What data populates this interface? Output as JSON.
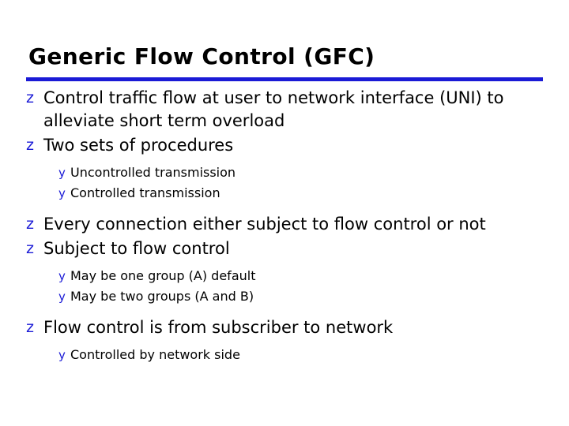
{
  "slide": {
    "title": "Generic Flow Control (GFC)",
    "accent_color": "#1a1ad6",
    "text_color": "#000000",
    "background_color": "#ffffff",
    "bullets": [
      {
        "level": 1,
        "marker": "z",
        "text": "Control traffic flow at user to network interface (UNI) to alleviate short term overload"
      },
      {
        "level": 1,
        "marker": "z",
        "text": "Two sets of procedures"
      },
      {
        "level": 2,
        "marker": "y",
        "text": "Uncontrolled transmission"
      },
      {
        "level": 2,
        "marker": "y",
        "text": "Controlled transmission"
      },
      {
        "level": 1,
        "marker": "z",
        "text": "Every connection either subject to flow control or not"
      },
      {
        "level": 1,
        "marker": "z",
        "text": "Subject to flow control"
      },
      {
        "level": 2,
        "marker": "y",
        "text": "May be one group (A) default"
      },
      {
        "level": 2,
        "marker": "y",
        "text": "May be two groups (A and B)"
      },
      {
        "level": 1,
        "marker": "z",
        "text": "Flow control is from subscriber to network"
      },
      {
        "level": 2,
        "marker": "y",
        "text": "Controlled by network side"
      }
    ]
  }
}
